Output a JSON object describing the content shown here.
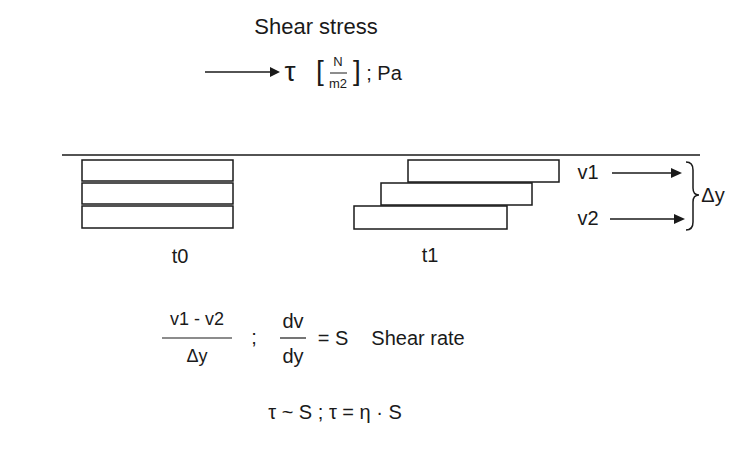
{
  "diagram": {
    "labels": [
      "Shear stress",
      "τ",
      "[",
      "N",
      "m2",
      "]",
      "; Pa",
      "v1",
      "v2",
      "Δy",
      "t0",
      "t1",
      "v1 - v2",
      "Δy",
      ";",
      "dv",
      "dy",
      "= S",
      "Shear rate",
      "τ ~ S ; τ = η · S"
    ]
  }
}
